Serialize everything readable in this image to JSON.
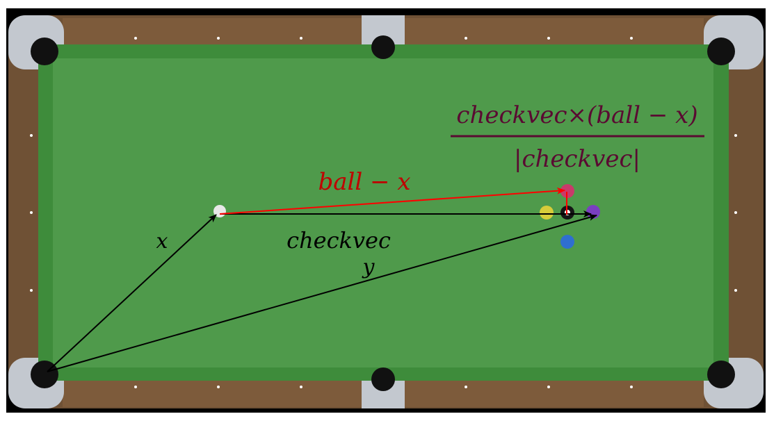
{
  "labels": {
    "ball_minus_x": "ball − x",
    "x": "x",
    "checkvec": "checkvec",
    "y": "y",
    "formula_numerator": "checkvec×(ball − x)",
    "formula_denominator": "|checkvec|"
  },
  "colors": {
    "felt": "#4f9a4b",
    "cushion": "#3f8a3c",
    "wood": "#7a5a3a",
    "corner": "#c8ccd2",
    "red_vector": "#ff0000",
    "black_vector": "#000000",
    "formula": "#5a0a32"
  },
  "balls": [
    "cue",
    "pink",
    "yellow",
    "black-8",
    "purple-4",
    "blue"
  ]
}
